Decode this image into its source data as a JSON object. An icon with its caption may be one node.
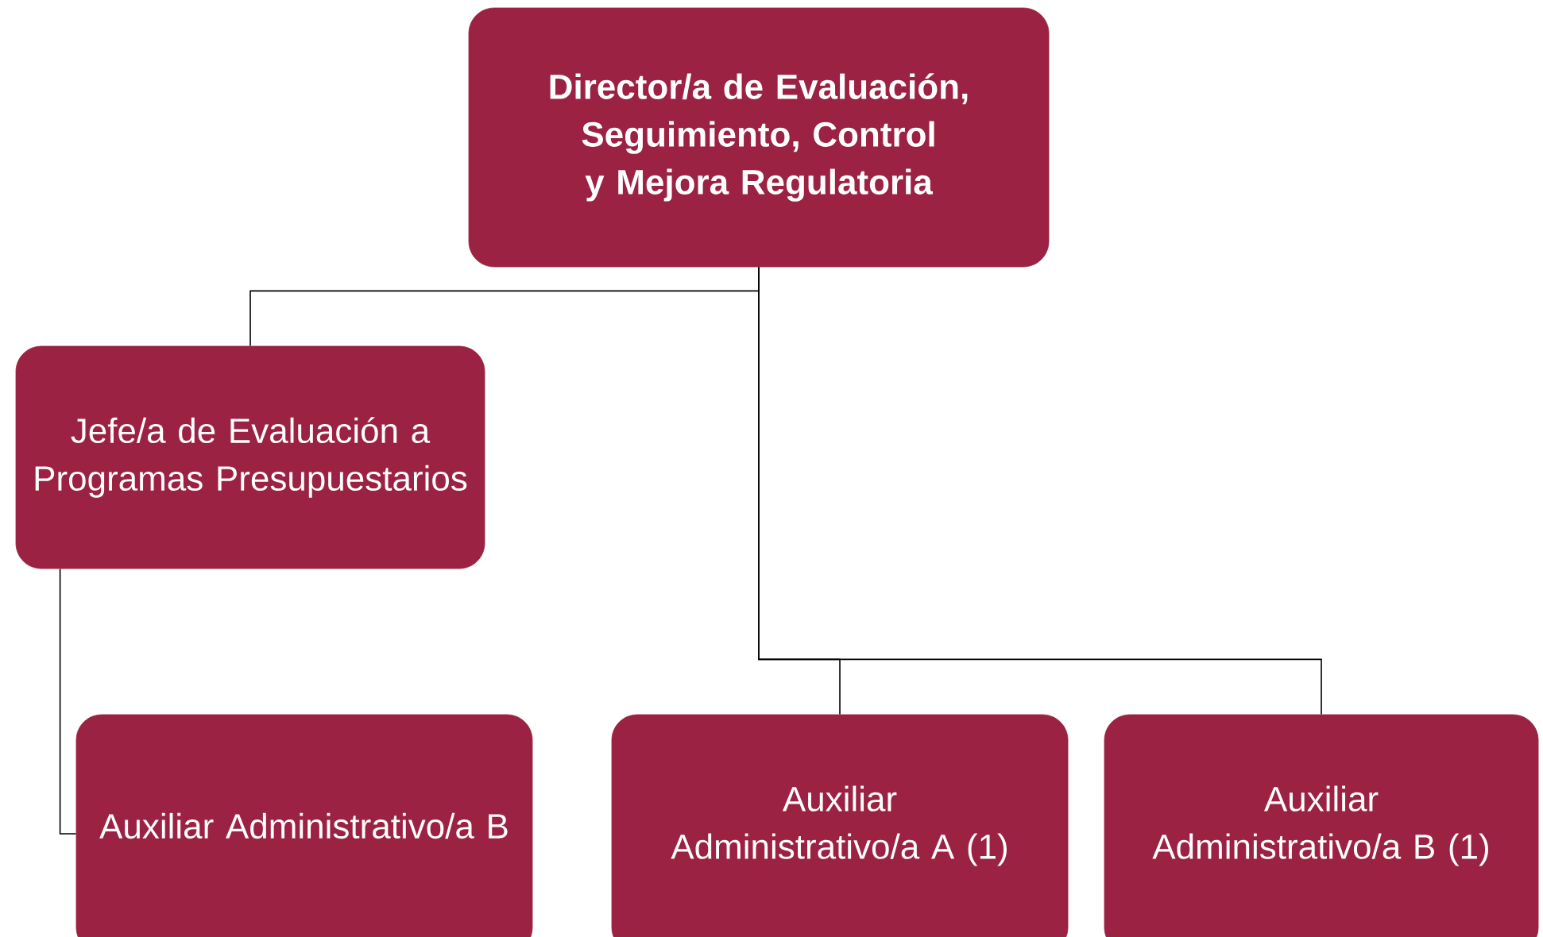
{
  "diagram": {
    "nodes": [
      {
        "text": [
          "Director/a de Evaluación, Seguimiento, Control y Mejora Regulatoria"
        ]
      },
      {
        "text": [
          "Jefe/a de Evaluación a Programas Presupuestarios"
        ]
      },
      {
        "text": [
          "Auxiliar Administrativo/a B"
        ]
      },
      {
        "text": [
          "Auxiliar Administrativo/a A (1)"
        ]
      },
      {
        "text": [
          "Auxiliar Administrativo/a B (1)"
        ]
      }
    ],
    "edges": [
      {
        "from": 0,
        "to": 1,
        "arrow": "none"
      },
      {
        "from": 1,
        "to": 2,
        "arrow": "none"
      },
      {
        "from": 0,
        "to": 3,
        "arrow": "none"
      },
      {
        "from": 0,
        "to": 4,
        "arrow": "none"
      }
    ]
  }
}
